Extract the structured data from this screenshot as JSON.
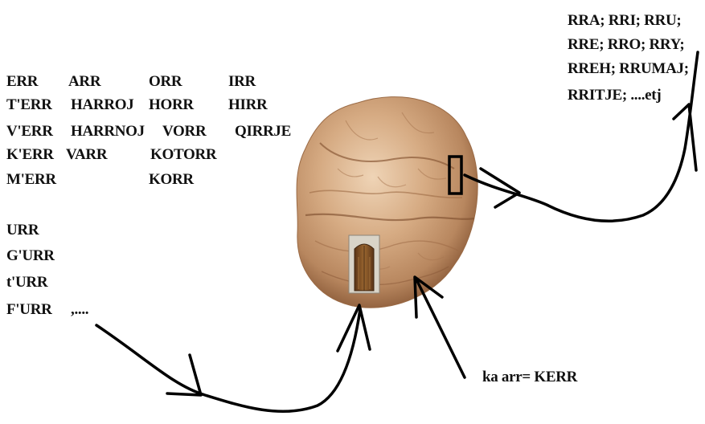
{
  "words": {
    "col1": [
      "ERR",
      "T'ERR",
      "V'ERR",
      "K'ERR",
      "M'ERR"
    ],
    "col2": [
      "ARR",
      "HARROJ",
      "HARRNOJ",
      "VARR"
    ],
    "col3": [
      "ORR",
      "HORR",
      "VORR",
      "KOTORR",
      "KORR"
    ],
    "col4": [
      "IRR",
      "HIRR",
      "QIRRJE"
    ],
    "col5": [
      "URR",
      "G'URR",
      "t'URR",
      "F'URR"
    ],
    "ellipsis": ",...."
  },
  "right_list": [
    "RRA; RRI; RRU;",
    "RRE; RRO; RRY;",
    "RREH; RRUMAJ;",
    "RRITJE; ....etj"
  ],
  "caption": "ka arr= KERR",
  "colors": {
    "ink": "#111111",
    "arrow": "#000000",
    "walnut_light": "#e8c9a8",
    "walnut_mid": "#c99b74",
    "walnut_dark": "#8a5a38",
    "door_frame": "#d9d4c8",
    "door_inside": "#7a4e24"
  },
  "icons": [
    "walnut-image",
    "door-image",
    "highlight-box"
  ]
}
